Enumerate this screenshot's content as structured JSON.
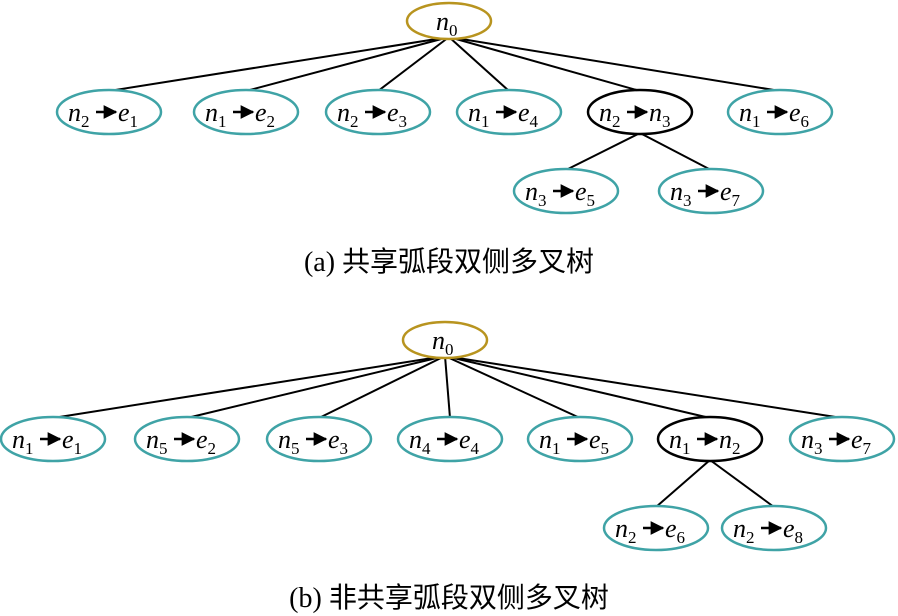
{
  "colors": {
    "root_border": "#B8941F",
    "leaf_border": "#3FA3A6",
    "internal_border": "#000000",
    "edge": "#000000",
    "text": "#000000"
  },
  "diagrams": [
    {
      "id": "a",
      "caption": "(a) 共享弧段双侧多叉树",
      "root": {
        "label": "n",
        "sub": "0"
      },
      "nodes": [
        {
          "from": [
            "n",
            "2"
          ],
          "to": [
            "e",
            "1"
          ],
          "kind": "leaf"
        },
        {
          "from": [
            "n",
            "1"
          ],
          "to": [
            "e",
            "2"
          ],
          "kind": "leaf"
        },
        {
          "from": [
            "n",
            "2"
          ],
          "to": [
            "e",
            "3"
          ],
          "kind": "leaf"
        },
        {
          "from": [
            "n",
            "1"
          ],
          "to": [
            "e",
            "4"
          ],
          "kind": "leaf"
        },
        {
          "from": [
            "n",
            "2"
          ],
          "to": [
            "n",
            "3"
          ],
          "kind": "internal",
          "children": [
            {
              "from": [
                "n",
                "3"
              ],
              "to": [
                "e",
                "5"
              ],
              "kind": "leaf"
            },
            {
              "from": [
                "n",
                "3"
              ],
              "to": [
                "e",
                "7"
              ],
              "kind": "leaf"
            }
          ]
        },
        {
          "from": [
            "n",
            "1"
          ],
          "to": [
            "e",
            "6"
          ],
          "kind": "leaf"
        }
      ]
    },
    {
      "id": "b",
      "caption": "(b) 非共享弧段双侧多叉树",
      "root": {
        "label": "n",
        "sub": "0"
      },
      "nodes": [
        {
          "from": [
            "n",
            "1"
          ],
          "to": [
            "e",
            "1"
          ],
          "kind": "leaf"
        },
        {
          "from": [
            "n",
            "5"
          ],
          "to": [
            "e",
            "2"
          ],
          "kind": "leaf"
        },
        {
          "from": [
            "n",
            "5"
          ],
          "to": [
            "e",
            "3"
          ],
          "kind": "leaf"
        },
        {
          "from": [
            "n",
            "4"
          ],
          "to": [
            "e",
            "4"
          ],
          "kind": "leaf"
        },
        {
          "from": [
            "n",
            "1"
          ],
          "to": [
            "e",
            "5"
          ],
          "kind": "leaf"
        },
        {
          "from": [
            "n",
            "1"
          ],
          "to": [
            "n",
            "2"
          ],
          "kind": "internal",
          "children": [
            {
              "from": [
                "n",
                "2"
              ],
              "to": [
                "e",
                "6"
              ],
              "kind": "leaf"
            },
            {
              "from": [
                "n",
                "2"
              ],
              "to": [
                "e",
                "8"
              ],
              "kind": "leaf"
            }
          ]
        },
        {
          "from": [
            "n",
            "3"
          ],
          "to": [
            "e",
            "7"
          ],
          "kind": "leaf"
        }
      ]
    }
  ]
}
